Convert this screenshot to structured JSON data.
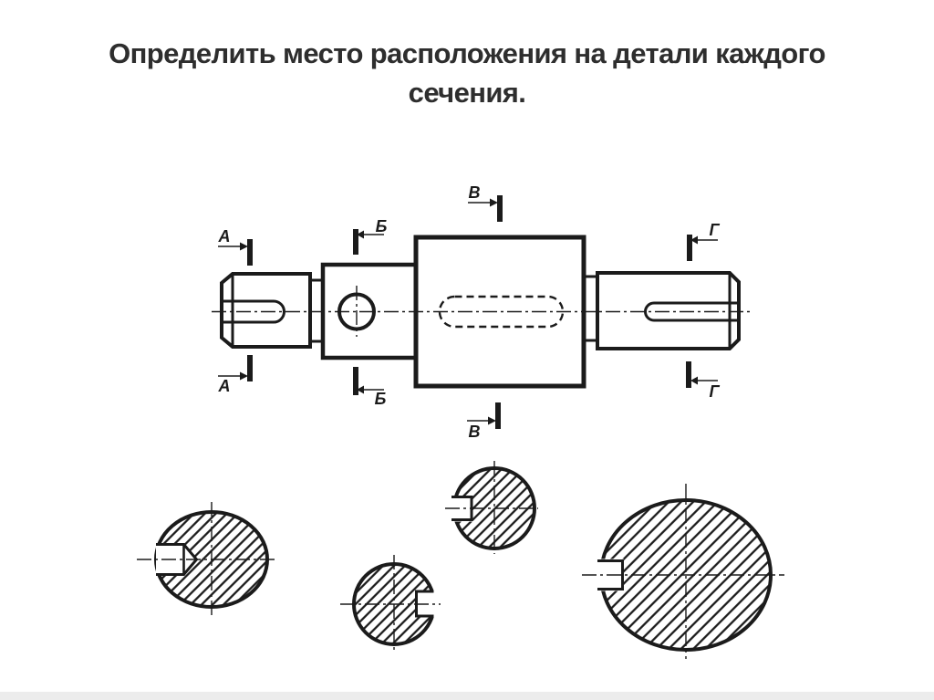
{
  "title": {
    "line1": "Определить место расположения на детали каждого",
    "line2": "сечения."
  },
  "section_marks": {
    "a": "А",
    "b": "Б",
    "v": "В",
    "g": "Г"
  },
  "colors": {
    "ink": "#1b1b1b",
    "background": "#ffffff",
    "footer": "#ececec",
    "title": "#2e2e2e"
  }
}
